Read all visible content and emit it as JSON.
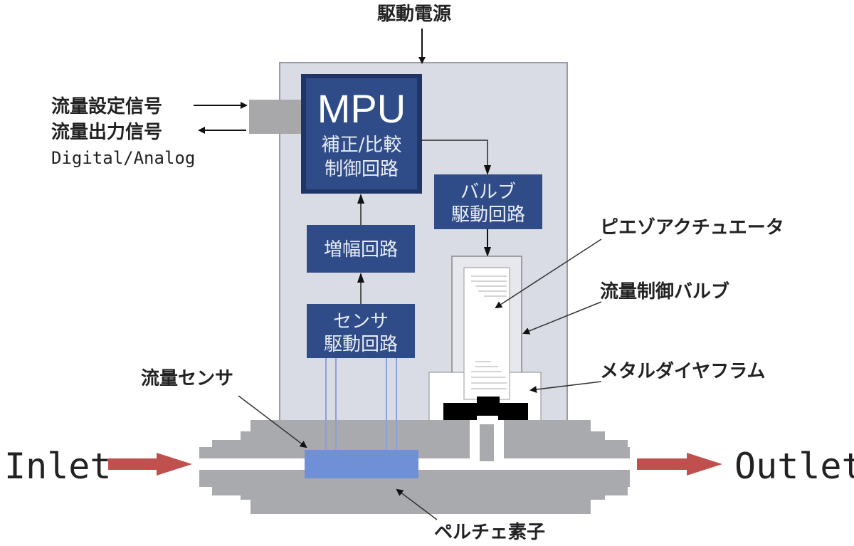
{
  "power_label": "駆動電源",
  "signal_in_label": "流量設定信号",
  "signal_out_label": "流量出力信号",
  "signal_type_label": "Digital/Analog",
  "mpu": {
    "title": "MPU",
    "line1": "補正/比較",
    "line2": "制御回路"
  },
  "valve_drive": {
    "line1": "バルブ",
    "line2": "駆動回路"
  },
  "amplifier": {
    "label": "増幅回路"
  },
  "sensor_drive": {
    "line1": "センサ",
    "line2": "駆動回路"
  },
  "callouts": {
    "piezo": "ピエゾアクチュエータ",
    "control_valve": "流量制御バルブ",
    "diaphragm": "メタルダイヤフラム",
    "flow_sensor": "流量センサ",
    "peltier": "ペルチェ素子"
  },
  "inlet_label": "Inlet",
  "outlet_label": "Outlet",
  "colors": {
    "block": "#2f4c88",
    "housing": "#d9dce5",
    "body": "#a9aaad",
    "sensor": "#6f8fd6",
    "flow_arrow": "#c0504d"
  }
}
